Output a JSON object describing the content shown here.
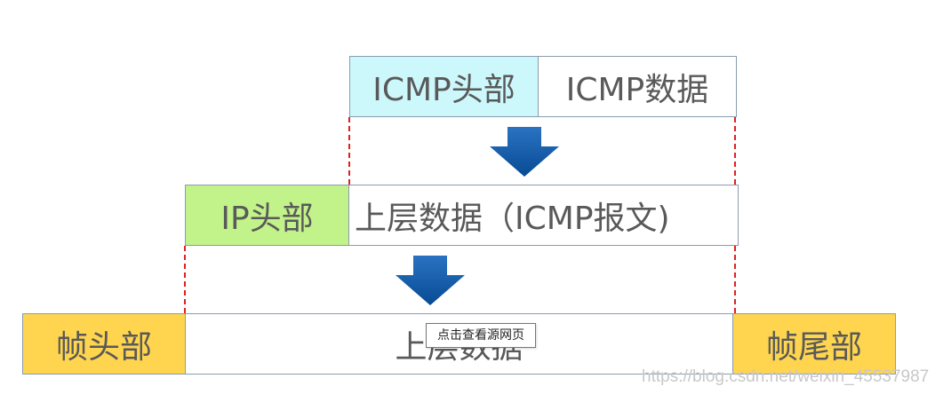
{
  "row1": {
    "header": "ICMP头部",
    "data": "ICMP数据"
  },
  "row2": {
    "header": "IP头部",
    "data": "上层数据（ICMP报文)"
  },
  "row3": {
    "frame_header": "帧头部",
    "data": "上层数据",
    "frame_trailer": "帧尾部"
  },
  "tooltip": "点击查看源网页",
  "watermark": "https://blog.csdn.net/weixin_45537987",
  "colors": {
    "icmp_header": "#ccf7fb",
    "ip_header": "#c2f28a",
    "frame": "#ffd54f",
    "arrow": "#0b56a6",
    "dash": "#e02020"
  }
}
